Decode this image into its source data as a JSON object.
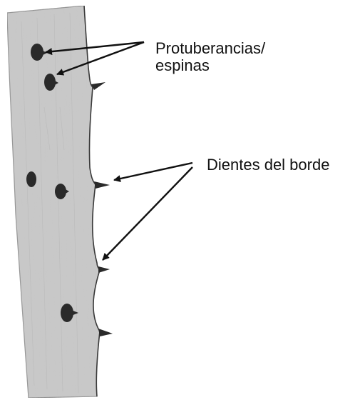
{
  "labels": {
    "spines_line1": "Protuberancias/",
    "spines_line2": "espinas",
    "margin_teeth": "Dientes del borde"
  },
  "colors": {
    "stem_fill": "#c9c9c9",
    "stem_edge": "#8d8d8d",
    "spine_dark": "#2a2a2a",
    "arrow": "#111111"
  }
}
